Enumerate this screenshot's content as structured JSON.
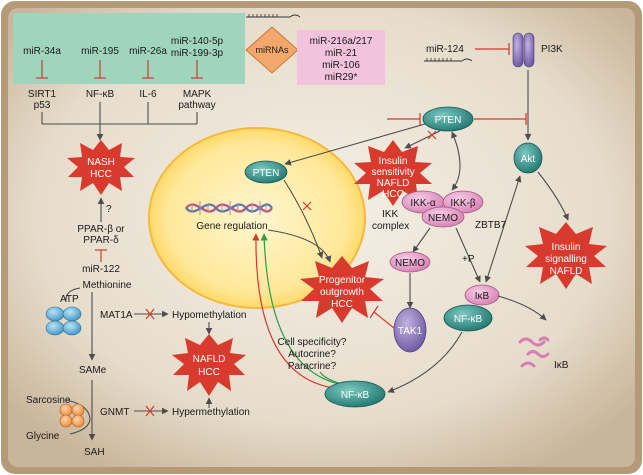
{
  "colors": {
    "background_outer": "#b59a77",
    "background_inner": "#e8dfd0",
    "mirna_green_box": "#9fd4bd",
    "mirna_pink_box": "#f1c3dd",
    "mirna_diamond": "#f2a86a",
    "burst_red": "#d93a2e",
    "teal_node": "#2e8a82",
    "pink_node": "#e79ac7",
    "purple_node": "#8e78b8",
    "nucleus": "#ffe38a",
    "inhibit_red": "#d23a2e",
    "green_arrow": "#2e9a4a"
  },
  "mirna_group1": {
    "mir34a": "miR-34a",
    "mir195": "miR-195",
    "mir26a": "miR-26a",
    "mir140": "miR-140-5p",
    "mir199": "miR-199-3p"
  },
  "mirna_center": "miRNAs",
  "mirna_group2": {
    "l1": "miR-216a/217",
    "l2": "miR-21",
    "l3": "miR-106",
    "l4": "miR29*"
  },
  "targets": {
    "sirt1": "SIRT1",
    "p53": "p53",
    "nfkb": "NF-κB",
    "il6": "IL-6",
    "mapk1": "MAPK",
    "mapk2": "pathway"
  },
  "nash_hcc": {
    "l1": "NASH",
    "l2": "HCC"
  },
  "question": "?",
  "ppar": {
    "l1": "PPAR-β or",
    "l2": "PPAR-δ"
  },
  "mir122": "miR-122",
  "methionine": "Methionine",
  "atp": "ATP",
  "mat1a": "MAT1A",
  "hypomethylation": "Hypomethylation",
  "nafld_hcc": {
    "l1": "NAFLD",
    "l2": "HCC"
  },
  "same": "SAMe",
  "sarcosine": "Sarcosine",
  "gnmt": "GNMT",
  "hypermethylation": "Hypermethylation",
  "glycine": "Glycine",
  "sah": "SAH",
  "mir124": "miR-124",
  "pi3k": "PI3K",
  "pten": "PTEN",
  "pten_nucleus": "PTEN",
  "insulin_sensitivity": {
    "l1": "Insulin",
    "l2": "sensitivity",
    "l3": "NAFLD",
    "l4": "HCC"
  },
  "gene_regulation": "Gene regulation",
  "progenitor": {
    "l1": "Progenitor",
    "l2": "outgrowth",
    "l3": "HCC"
  },
  "cell_specificity": {
    "l1": "Cell specificity?",
    "l2": "Autocrine?",
    "l3": "Paracrine?"
  },
  "ikk_complex": {
    "l1": "IKK",
    "l2": "complex"
  },
  "ikka": "IKK-α",
  "ikkb": "IKK-β",
  "nemo_complex": "NEMO",
  "plus_p": "+P",
  "nemo": "NEMO",
  "tak1": "TAK1",
  "ikb": "IκB",
  "nfkb_right": "NF-κB",
  "nfkb_bottom": "NF-κB",
  "ikb_degraded": "IκB",
  "akt": "Akt",
  "zbtb7": "ZBTB7",
  "insulin_signalling": {
    "l1": "Insulin",
    "l2": "signalling",
    "l3": "NAFLD"
  }
}
